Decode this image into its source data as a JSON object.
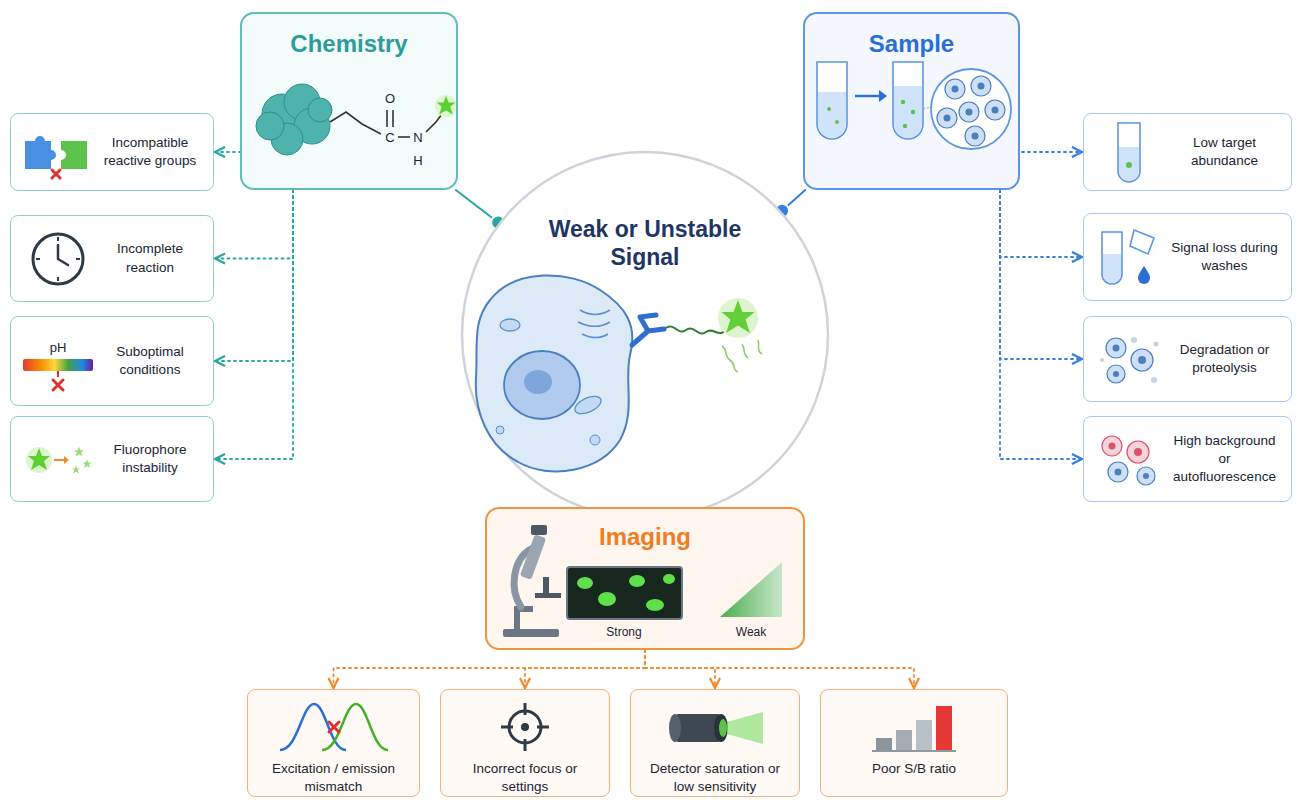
{
  "diagram": {
    "nodes": [
      {
        "text": [
          "Weak or Unstable Signal"
        ]
      },
      {
        "text": [
          "Chemistry"
        ]
      },
      {
        "text": [
          "Sample"
        ]
      },
      {
        "text": [
          "Imaging"
        ]
      },
      {
        "text": [
          "Incompatible reactive groups"
        ]
      },
      {
        "text": [
          "Incomplete reaction"
        ]
      },
      {
        "text": [
          "Suboptimal conditions"
        ]
      },
      {
        "text": [
          "Fluorophore instability"
        ]
      },
      {
        "text": [
          "Low target abundance"
        ]
      },
      {
        "text": [
          "Signal loss during washes"
        ]
      },
      {
        "text": [
          "Degradation or proteolysis"
        ]
      },
      {
        "text": [
          "High background or autofluorescence"
        ]
      },
      {
        "text": [
          "Excitation / emission mismatch"
        ]
      },
      {
        "text": [
          "Incorrect focus or settings"
        ]
      },
      {
        "text": [
          "Detector saturation or low sensitivity"
        ]
      },
      {
        "text": [
          "Poor S/B ratio"
        ]
      }
    ],
    "edges": [
      {
        "from": 1,
        "to": 0,
        "arrow": "none"
      },
      {
        "from": 2,
        "to": 0,
        "arrow": "none"
      },
      {
        "from": 3,
        "to": 0,
        "arrow": "none"
      },
      {
        "from": 1,
        "to": 4,
        "arrow": "to"
      },
      {
        "from": 1,
        "to": 5,
        "arrow": "to"
      },
      {
        "from": 1,
        "to": 6,
        "arrow": "to"
      },
      {
        "from": 1,
        "to": 7,
        "arrow": "to"
      },
      {
        "from": 2,
        "to": 8,
        "arrow": "to"
      },
      {
        "from": 2,
        "to": 9,
        "arrow": "to"
      },
      {
        "from": 2,
        "to": 10,
        "arrow": "to"
      },
      {
        "from": 2,
        "to": 11,
        "arrow": "to"
      },
      {
        "from": 3,
        "to": 12,
        "arrow": "to"
      },
      {
        "from": 3,
        "to": 13,
        "arrow": "to"
      },
      {
        "from": 3,
        "to": 14,
        "arrow": "to"
      },
      {
        "from": 3,
        "to": 15,
        "arrow": "to"
      }
    ],
    "labels": [
      "O",
      "C",
      "N",
      "H",
      "pH",
      "Strong",
      "Weak"
    ]
  }
}
